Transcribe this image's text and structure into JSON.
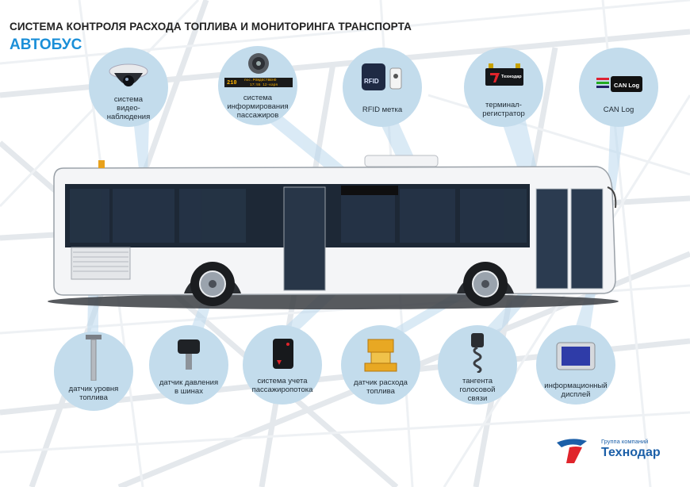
{
  "header": {
    "title": "СИСТЕМА КОНТРОЛЯ РАСХОДА ТОПЛИВА И МОНИТОРИНГА ТРАНСПОРТА",
    "subtitle": "АВТОБУС"
  },
  "top_items": [
    {
      "label": "система видео- наблюдения",
      "lines": [
        "система",
        "видео-",
        "наблюдения"
      ],
      "icon": "camera-icon"
    },
    {
      "label": "система информирования пассажиров",
      "lines": [
        "система",
        "информирования",
        "пассажиров"
      ],
      "icon": "speaker-display-icon"
    },
    {
      "label": "RFID метка",
      "lines": [
        "RFID метка"
      ],
      "icon": "rfid-icon"
    },
    {
      "label": "терминал- регистратор",
      "lines": [
        "терминал-",
        "регистратор"
      ],
      "icon": "terminal-icon"
    },
    {
      "label": "CAN Log",
      "lines": [
        "CAN Log"
      ],
      "icon": "can-log-icon"
    }
  ],
  "bottom_items": [
    {
      "label": "датчик уровня топлива",
      "lines": [
        "датчик уровня",
        "топлива"
      ],
      "icon": "fuel-level-sensor-icon"
    },
    {
      "label": "датчик давления в шинах",
      "lines": [
        "датчик давления",
        "в шинах"
      ],
      "icon": "tire-pressure-sensor-icon"
    },
    {
      "label": "система учета пассажиропотока",
      "lines": [
        "система учета",
        "пассажиропотока"
      ],
      "icon": "passenger-counter-icon"
    },
    {
      "label": "датчик расхода топлива",
      "lines": [
        "датчик расхода",
        "топлива"
      ],
      "icon": "fuel-flow-sensor-icon"
    },
    {
      "label": "тангента голосовой связи",
      "lines": [
        "тангента",
        "голосовой",
        "связи"
      ],
      "icon": "voice-handset-icon"
    },
    {
      "label": "информационный дисплей",
      "lines": [
        "информационный",
        "дисплей"
      ],
      "icon": "info-display-icon"
    }
  ],
  "device_text": {
    "led_route": "210",
    "led_line1": "пос.РОЖДЕСТВЕНО",
    "led_line2": "17:55  12-каря",
    "rfid": "RFID",
    "terminal_brand": "Технодар",
    "can_log": "CAN Log"
  },
  "logo": {
    "small": "Группа компаний",
    "name": "Технодар"
  },
  "colors": {
    "circle": "#c3dcec",
    "beam": "#bcd9ee",
    "title": "#222222",
    "subtitle": "#1b8fd8",
    "brand_red": "#e0242b",
    "brand_blue": "#1b5fa8"
  }
}
